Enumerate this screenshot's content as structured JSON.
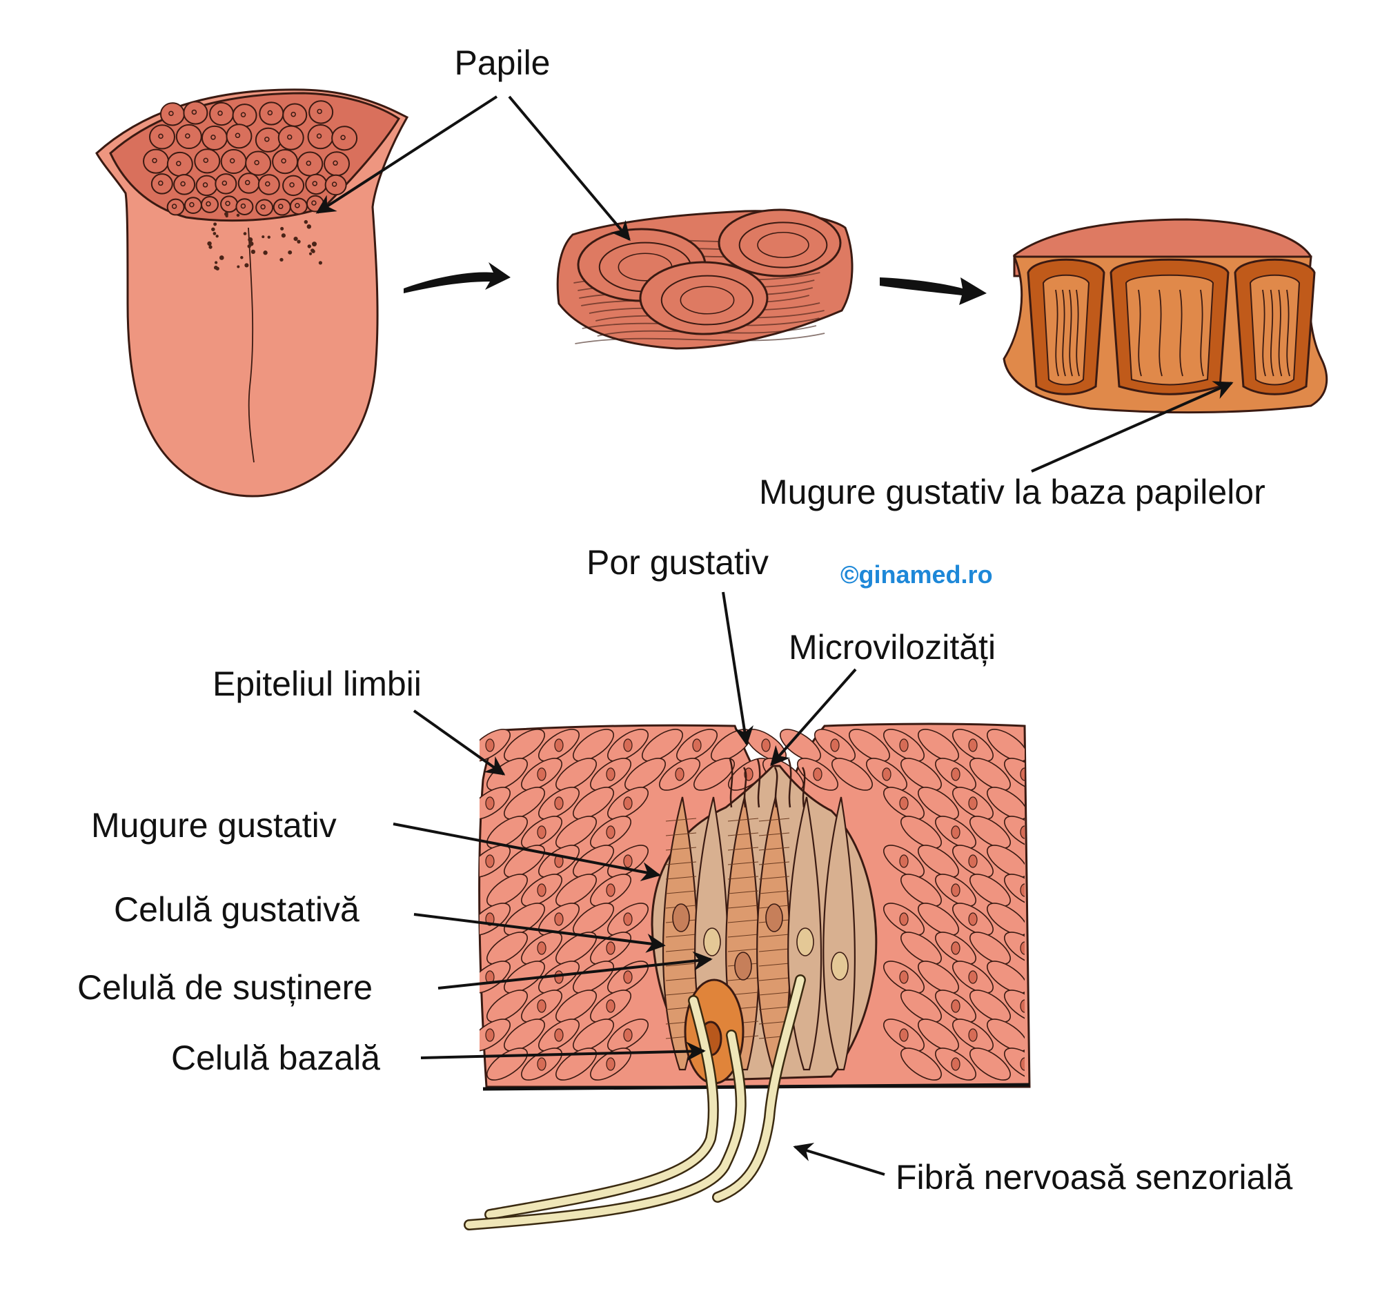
{
  "colors": {
    "tongue": "#ee9680",
    "tongue_back": "#d9705c",
    "papilla_surface": "#de7a62",
    "papilla_cut_dark": "#c05a1a",
    "papilla_cut_light": "#e0894a",
    "epithelium_cell": "#ef9480",
    "taste_bud_cell": "#d8b090",
    "gustatory_cell": "#dc9a6e",
    "basal_cell": "#e0843a",
    "nerve_fiber": "#efe6b8",
    "watermark": "#1e88d8"
  },
  "watermark": "©ginamed.ro",
  "labels": {
    "papile": "Papile",
    "mugure_baza_papilelor": "Mugure gustativ la baza papilelor",
    "por_gustativ": "Por gustativ",
    "microvilozitati": "Microvilozități",
    "epiteliul_limbii": "Epiteliul limbii",
    "mugure_gustativ": "Mugure gustativ",
    "celula_gustativa": "Celulă gustativă",
    "celula_sustinere": "Celulă de susținere",
    "celula_bazala": "Celulă bazală",
    "fibra_nervoasa": "Fibră nervoasă senzorială"
  }
}
